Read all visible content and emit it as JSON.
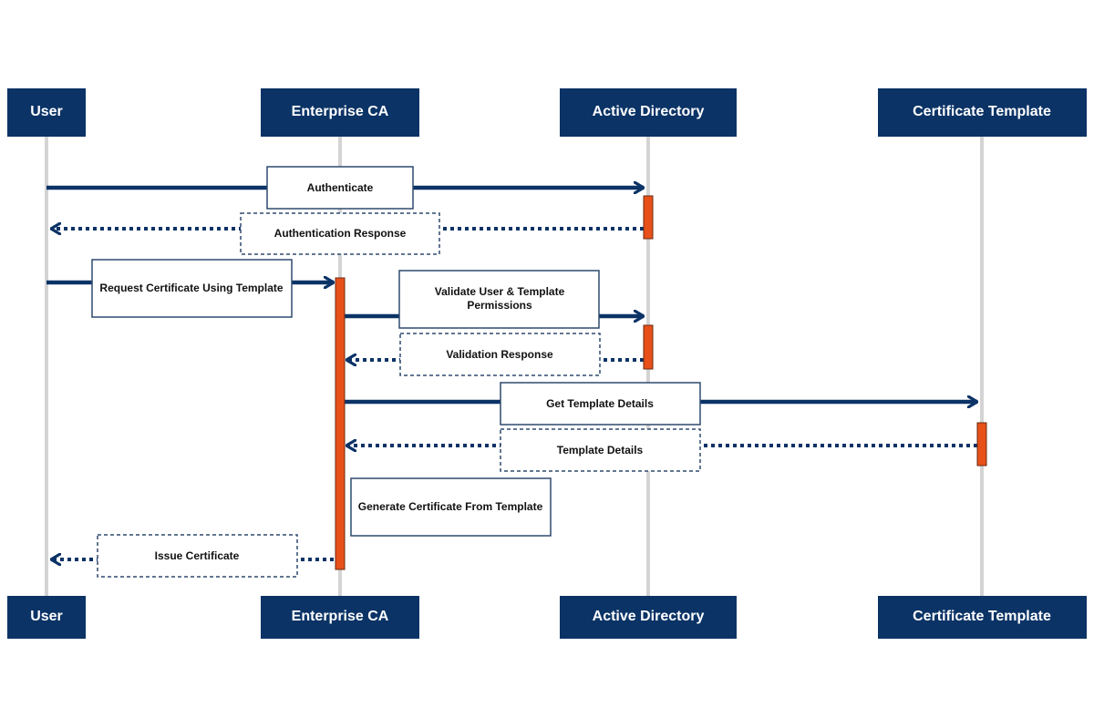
{
  "colors": {
    "actor_fill": "#0b3366",
    "actor_text": "#ffffff",
    "lifeline": "#d4d4d4",
    "arrow": "#0b3366",
    "activation": "#e8501a",
    "activation_border": "#6b2a10",
    "note_border": "#2e4a6e",
    "note_text": "#111111"
  },
  "actors": [
    {
      "id": "user",
      "label": "User"
    },
    {
      "id": "ca",
      "label": "Enterprise CA"
    },
    {
      "id": "ad",
      "label": "Active Directory"
    },
    {
      "id": "tpl",
      "label": "Certificate Template"
    }
  ],
  "messages": [
    {
      "label": "Authenticate",
      "from": "user",
      "to": "ad",
      "style": "solid"
    },
    {
      "label": "Authentication Response",
      "from": "ad",
      "to": "user",
      "style": "dotted"
    },
    {
      "label": "Request Certificate Using Template",
      "from": "user",
      "to": "ca",
      "style": "solid"
    },
    {
      "label": "Validate User & Template Permissions",
      "from": "ca",
      "to": "ad",
      "style": "solid"
    },
    {
      "label": "Validation Response",
      "from": "ad",
      "to": "ca",
      "style": "dotted"
    },
    {
      "label": "Get Template Details",
      "from": "ca",
      "to": "tpl",
      "style": "solid"
    },
    {
      "label": "Template Details",
      "from": "tpl",
      "to": "ca",
      "style": "dotted"
    },
    {
      "label": "Generate Certificate From Template",
      "from": "ca",
      "to": "ca",
      "style": "self"
    },
    {
      "label": "Issue Certificate",
      "from": "ca",
      "to": "user",
      "style": "dotted"
    }
  ]
}
